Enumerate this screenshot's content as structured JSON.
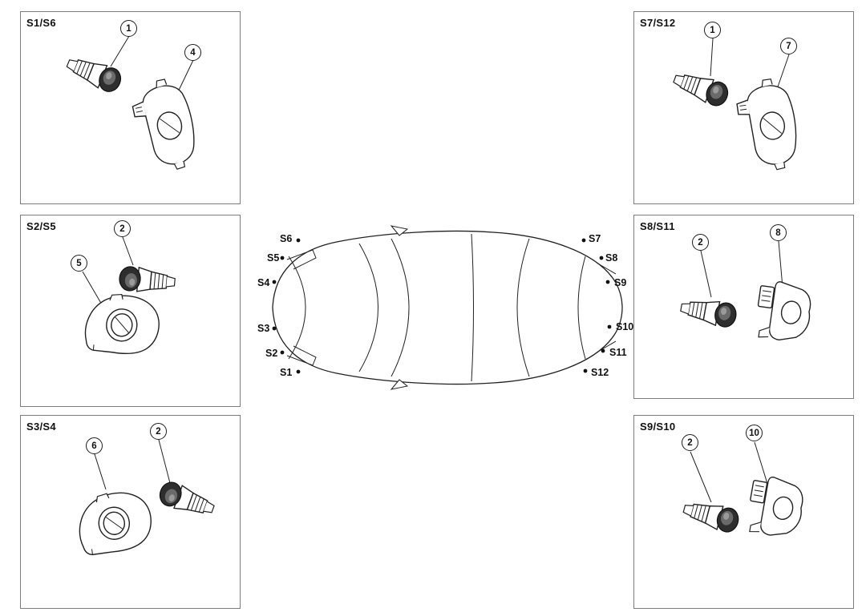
{
  "panels": [
    {
      "label": "S1/S6",
      "callouts": [
        "1",
        "4"
      ]
    },
    {
      "label": "S2/S5",
      "callouts": [
        "2",
        "5"
      ]
    },
    {
      "label": "S3/S4",
      "callouts": [
        "6",
        "2"
      ]
    },
    {
      "label": "S7/S12",
      "callouts": [
        "1",
        "7"
      ]
    },
    {
      "label": "S8/S11",
      "callouts": [
        "2",
        "8"
      ]
    },
    {
      "label": "S9/S10",
      "callouts": [
        "2",
        "10"
      ]
    }
  ],
  "car": {
    "left_labels": [
      "S6",
      "S5",
      "S4",
      "S3",
      "S2",
      "S1"
    ],
    "right_labels": [
      "S7",
      "S8",
      "S9",
      "S10",
      "S11",
      "S12"
    ]
  },
  "colors": {
    "line": "#1d1d1d",
    "sensor_head": "#2e2e2e"
  }
}
